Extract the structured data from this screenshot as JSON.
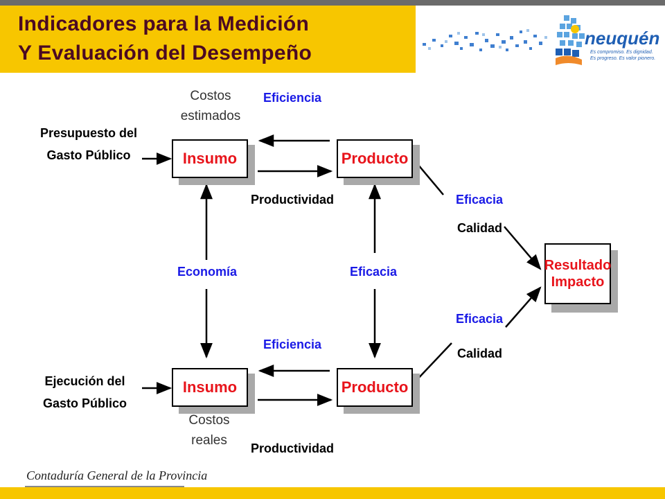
{
  "header": {
    "title_line1": "Indicadores para la Medición",
    "title_line2": "Y Evaluación del Desempeño",
    "logo_name": "neuquén",
    "logo_tagline1": "Es compromiso. Es dignidad.",
    "logo_tagline2": "Es progreso. Es valor pionero."
  },
  "diagram": {
    "inputs": {
      "budget": [
        "Presupuesto del",
        "Gasto Público"
      ],
      "execution": [
        "Ejecución del",
        "Gasto Público"
      ]
    },
    "boxes": {
      "insumo_top": "Insumo",
      "producto_top": "Producto",
      "insumo_bottom": "Insumo",
      "producto_bottom": "Producto",
      "resultado": [
        "Resultado",
        "Impacto"
      ]
    },
    "labels": {
      "costos_estimados": [
        "Costos",
        "estimados"
      ],
      "costos_reales": [
        "Costos",
        "reales"
      ],
      "eficiencia_top": "Eficiencia",
      "eficiencia_bottom": "Eficiencia",
      "productividad_top": "Productividad",
      "productividad_bottom": "Productividad",
      "economia": "Economía",
      "eficacia_middle": "Eficacia",
      "eficacia_upper": "Eficacia",
      "calidad_upper": "Calidad",
      "eficacia_lower": "Eficacia",
      "calidad_lower": "Calidad"
    }
  },
  "footer": {
    "org": "Contaduría General de la Provincia"
  },
  "colors": {
    "accent_yellow": "#f7c600",
    "title_text": "#4b0a23",
    "box_text": "#e8141b",
    "label_blue": "#1a1ae6"
  }
}
